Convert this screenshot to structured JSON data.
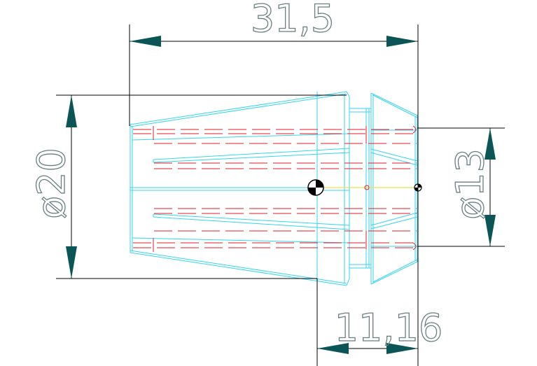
{
  "drawing": {
    "dimensions": {
      "overall_length": "31,5",
      "outer_diameter": "ø20",
      "bore_diameter": "ø13",
      "nose_length": "11,16"
    }
  }
}
